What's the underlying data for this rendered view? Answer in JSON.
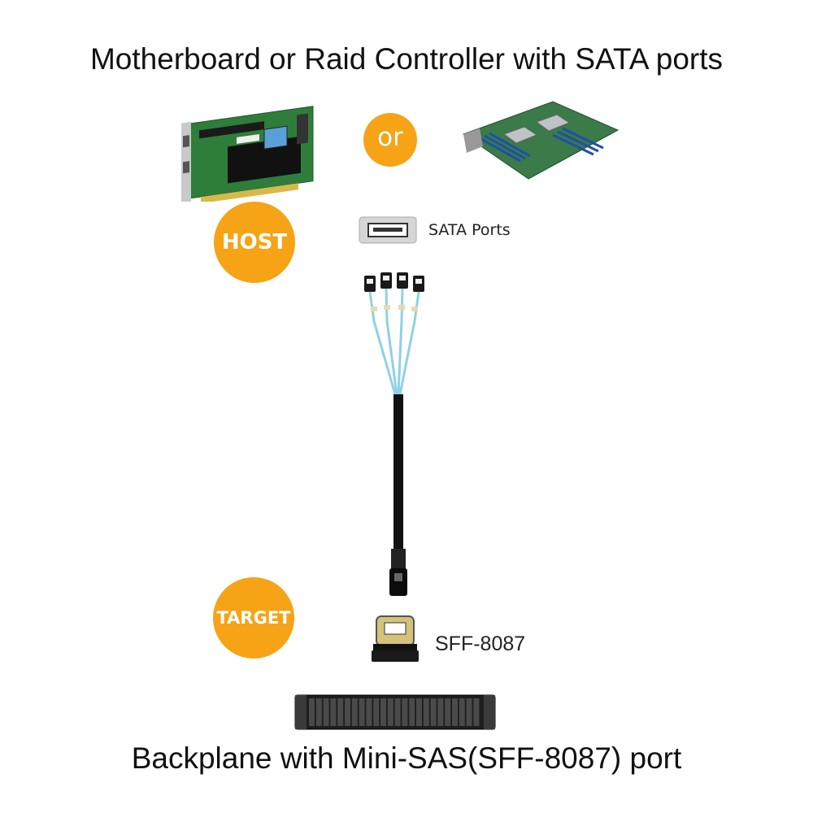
{
  "header": {
    "title": "Motherboard or Raid Controller with SATA ports"
  },
  "badges": {
    "host": "HOST",
    "or": "or",
    "target": "TARGET"
  },
  "labels": {
    "sata_ports": "SATA Ports",
    "sff": "SFF-8087"
  },
  "footer": {
    "title": "Backplane with Mini-SAS(SFF-8087) port"
  },
  "colors": {
    "accent": "#f6a316",
    "cable": "#8fd1e6",
    "pcb_green": "#2f7d3a"
  },
  "icons": {
    "raid-card": "raid-controller-card-icon",
    "motherboard": "motherboard-icon",
    "sata": "sata-port-icon",
    "cable": "mini-sas-breakout-cable-icon",
    "sff": "sff-8087-connector-icon",
    "backplane": "backplane-icon"
  }
}
